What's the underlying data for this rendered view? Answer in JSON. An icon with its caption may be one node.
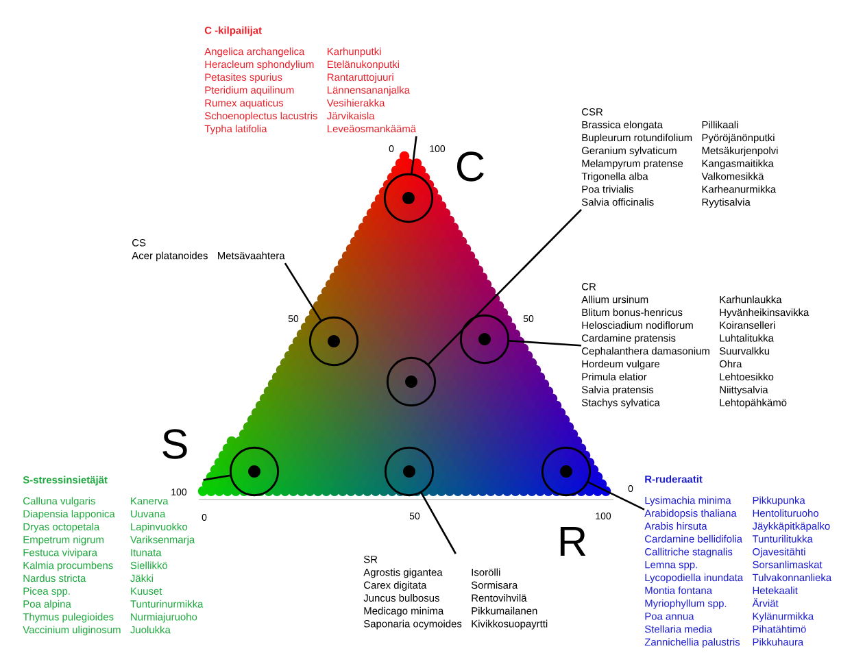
{
  "diagram": {
    "nodes": [
      {
        "text": [
          "C -kilpailijat",
          "Angelica archangelica",
          "Karhunputki",
          "Heracleum sphondylium",
          "Etelänukonputki",
          "Petasites spurius",
          "Rantaruttojuuri",
          "Pteridium aquilinum",
          "Lännensananjalka",
          "Rumex aquaticus",
          "Vesihierakka",
          "Schoenoplectus lacustris",
          "Järvikaisla",
          "Typha latifolia",
          "Leveäosmankäämä"
        ]
      },
      {
        "text": [
          "CSR",
          "Brassica elongata",
          "Pillikaali",
          "Bupleurum rotundifolium",
          "Pyöröjänönputki",
          "Geranium sylvaticum",
          "Metsäkurjenpolvi",
          "Melampyrum pratense",
          "Kangasmaitikka",
          "Trigonella alba",
          "Valkomesikkä",
          "Poa trivialis",
          "Karheanurmikka",
          "Salvia officinalis",
          "Ryytisalvia"
        ]
      },
      {
        "text": [],
        "shape": "circle"
      },
      {
        "text": [
          "CS",
          "Acer platanoides",
          "Metsävaahtera"
        ]
      },
      {
        "text": [],
        "shape": "circle"
      },
      {
        "text": [
          "CR",
          "Allium ursinum",
          "Karhunlaukka",
          "Blitum bonus-henricus",
          "Hyvänheikinsavikka",
          "Helosciadium nodiflorum",
          "Koiranselleri",
          "Cardamine pratensis",
          "Luhtalitukka",
          "Cephalanthera damasonium",
          "Suurvalkku",
          "Hordeum vulgare",
          "Ohra",
          "Primula elatior",
          "Lehtoesikko",
          "Salvia pratensis",
          "Niittysalvia",
          "Stachys sylvatica",
          "Lehtopähkämö"
        ]
      },
      {
        "text": [],
        "shape": "circle"
      },
      {
        "text": [],
        "shape": "circle"
      },
      {
        "text": [],
        "shape": "circle"
      },
      {
        "text": [],
        "shape": "circle"
      },
      {
        "text": [],
        "shape": "circle"
      },
      {
        "text": [
          "S-stressinsietäjät",
          "Calluna vulgaris",
          "Kanerva",
          "Diapensia lapponica",
          "Uuvana",
          "Dryas octopetala",
          "Lapinvuokko",
          "Empetrum nigrum",
          "Variksenmarja",
          "Festuca vivipara",
          "Itunata",
          "Kalmia procumbens",
          "Siellikkö",
          "Nardus stricta",
          "Jäkki",
          "Picea spp.",
          "Kuuset",
          "Poa alpina",
          "Tunturinurmikka",
          "Thymus pulegioides",
          "Nurmiajuruoho",
          "Vaccinium uliginosum",
          "Juolukka"
        ]
      },
      {
        "text": [
          "R-ruderaatit",
          "Lysimachia minima",
          "Pikkupunka",
          "Arabidopsis thaliana",
          "Hentolituruoho",
          "Arabis hirsuta",
          "Jäykkäpitkäpalko",
          "Cardamine bellidifolia",
          "Tunturilitukka",
          "Callitriche stagnalis",
          "Ojavesitähti",
          "Lemna spp.",
          "Sorsanlimaskat",
          "Lycopodiella inundata",
          "Tulvakonnanlieka",
          "Montia fontana",
          "Hetekaalit",
          "Myriophyllum spp.",
          "Ärviät",
          "Poa annua",
          "Kylänurmikka",
          "Stellaria media",
          "Pihatähtimö",
          "Zannichellia palustris",
          "Pikkuhaura"
        ]
      },
      {
        "text": [
          "SR",
          "Agrostis gigantea",
          "Isorölli",
          "Carex digitata",
          "Sormisara",
          "Juncus bulbosus",
          "Rentovihvilä",
          "Medicago minima",
          "Pikkumailanen",
          "Saponaria ocymoides",
          "Kivikkosuopayrtti"
        ]
      }
    ],
    "edges": [
      {
        "from": 2,
        "to": 0,
        "arrow": "none"
      },
      {
        "from": 7,
        "to": 1,
        "arrow": "none"
      },
      {
        "from": 4,
        "to": 3,
        "arrow": "none"
      },
      {
        "from": 6,
        "to": 5,
        "arrow": "none"
      },
      {
        "from": 8,
        "to": 11,
        "arrow": "none"
      },
      {
        "from": 9,
        "to": 13,
        "arrow": "none"
      },
      {
        "from": 10,
        "to": 12,
        "arrow": "none"
      }
    ],
    "labels": [
      "0",
      "100",
      "C",
      "50",
      "50",
      "S",
      "0",
      "100",
      "0",
      "50",
      "100",
      "R"
    ]
  }
}
